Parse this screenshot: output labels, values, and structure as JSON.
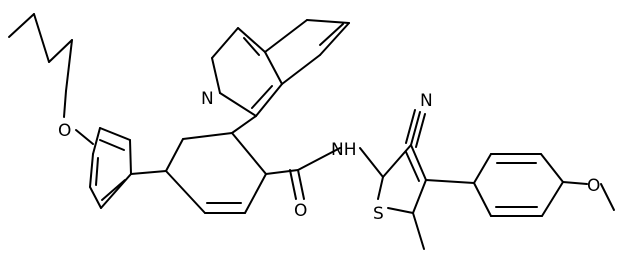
{
  "atoms": {
    "n_quinoline": "N",
    "o_ether_left": "O",
    "o_carbonyl": "O",
    "nh_amide": "NH",
    "n_nitrile": "N",
    "s_thiophene": "S",
    "o_methoxy": "O"
  },
  "substituent_labels": {
    "methyl": "methyl"
  },
  "colors": {
    "bond": "#000000",
    "text": "#000000",
    "background": "#ffffff"
  }
}
